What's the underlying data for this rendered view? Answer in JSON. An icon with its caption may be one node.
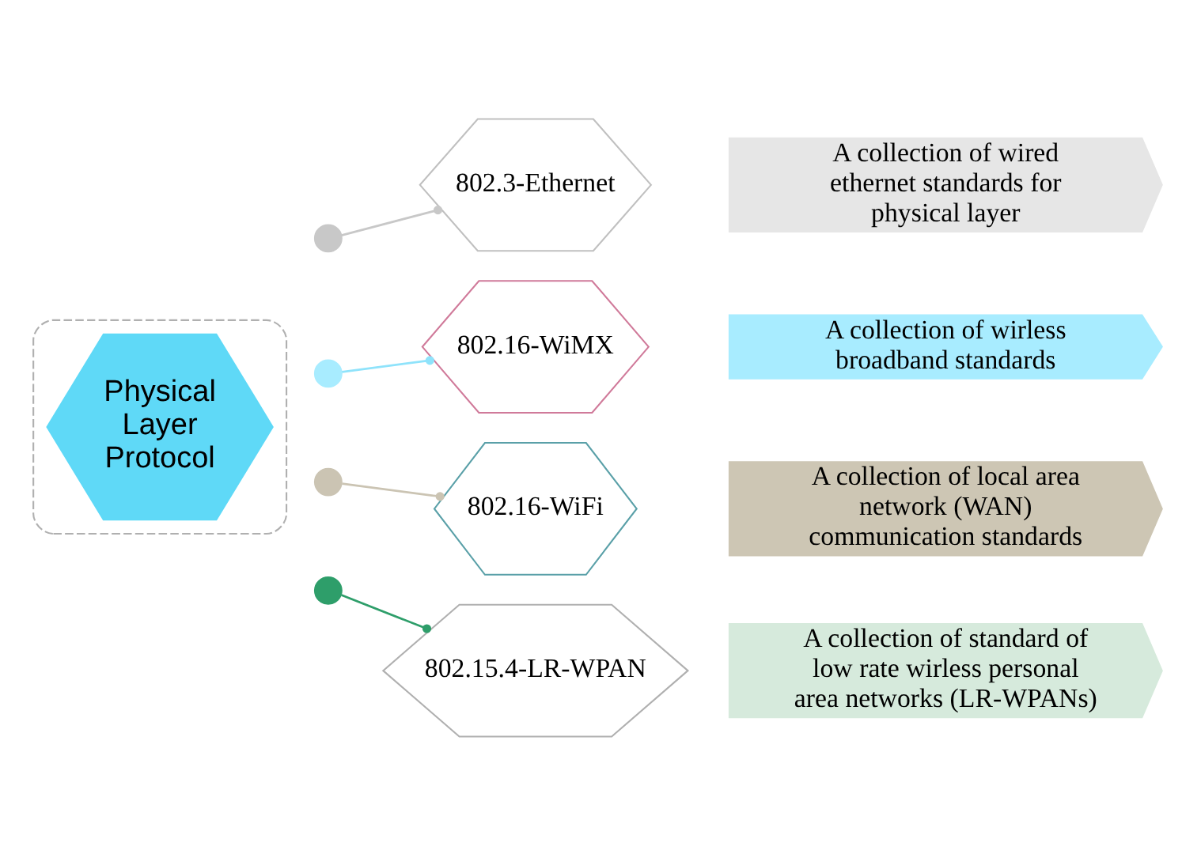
{
  "diagram": {
    "nodes": [
      {
        "text": [],
        "shape": "hexagon"
      },
      {
        "text": [
          "Physical Layer Protocol"
        ],
        "in": 0
      },
      {
        "text": [],
        "shape": "circle"
      },
      {
        "text": [],
        "shape": "circle"
      },
      {
        "text": [],
        "shape": "circle"
      },
      {
        "text": [],
        "shape": "circle"
      },
      {
        "text": [
          "802.3-Ethernet"
        ]
      },
      {
        "text": [
          "802.16-WiMX"
        ]
      },
      {
        "text": [
          "802.16-WiFi"
        ]
      },
      {
        "text": [
          "802.15.4-LR-WPAN"
        ]
      },
      {
        "text": [
          "A collection of wired ethernet standards for physical layer"
        ]
      },
      {
        "text": [
          "A collection of wirless broadband standards"
        ]
      },
      {
        "text": [
          "A collection of local area network (WAN) communication standards"
        ]
      },
      {
        "text": [
          "A collection of standard of low rate wirless personal area networks (LR-WPANs)"
        ]
      }
    ],
    "edges": [
      {
        "from": 2,
        "to": 6,
        "arrow": "other",
        "color": "#c8c8c8"
      },
      {
        "from": 3,
        "to": 7,
        "arrow": "other",
        "color": "#8fe3fb"
      },
      {
        "from": 4,
        "to": 8,
        "arrow": "other",
        "color": "#cbc4b3"
      },
      {
        "from": 5,
        "to": 9,
        "arrow": "other",
        "color": "#2e9e6a"
      }
    ]
  }
}
